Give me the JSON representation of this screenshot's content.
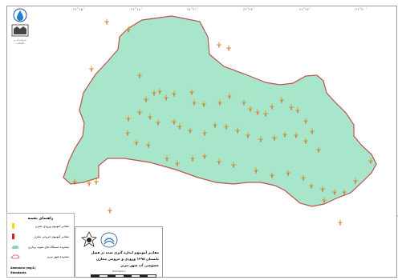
{
  "map": {
    "background": "#ffffff",
    "district_fill": "#a8e6cc",
    "boundary_color": "#c0504d",
    "marker_color": "#c9a227",
    "marker_glyph": "+",
    "tick_labels": [
      "۴۶°۱۵'",
      "۴۶°۱۸'",
      "۴۶°۲۱'",
      "۴۶°۲۴'",
      "۴۶°۲۷'",
      "۴۶°۳۰'"
    ],
    "sample_points": [
      [
        124,
        19
      ],
      [
        151,
        29
      ],
      [
        264,
        48
      ],
      [
        276,
        52
      ],
      [
        105,
        78
      ],
      [
        165,
        86
      ],
      [
        190,
        106
      ],
      [
        183,
        108
      ],
      [
        173,
        116
      ],
      [
        198,
        114
      ],
      [
        208,
        109
      ],
      [
        230,
        107
      ],
      [
        233,
        120
      ],
      [
        245,
        122
      ],
      [
        265,
        120
      ],
      [
        277,
        112
      ],
      [
        295,
        120
      ],
      [
        303,
        128
      ],
      [
        312,
        132
      ],
      [
        322,
        134
      ],
      [
        330,
        125
      ],
      [
        342,
        117
      ],
      [
        354,
        126
      ],
      [
        362,
        130
      ],
      [
        372,
        143
      ],
      [
        380,
        156
      ],
      [
        151,
        140
      ],
      [
        165,
        132
      ],
      [
        178,
        138
      ],
      [
        188,
        145
      ],
      [
        208,
        144
      ],
      [
        215,
        150
      ],
      [
        228,
        155
      ],
      [
        246,
        158
      ],
      [
        259,
        148
      ],
      [
        273,
        150
      ],
      [
        287,
        155
      ],
      [
        300,
        161
      ],
      [
        316,
        166
      ],
      [
        333,
        164
      ],
      [
        346,
        160
      ],
      [
        360,
        161
      ],
      [
        372,
        168
      ],
      [
        388,
        179
      ],
      [
        150,
        158
      ],
      [
        161,
        170
      ],
      [
        176,
        173
      ],
      [
        199,
        190
      ],
      [
        212,
        196
      ],
      [
        231,
        190
      ],
      [
        246,
        187
      ],
      [
        264,
        194
      ],
      [
        282,
        198
      ],
      [
        310,
        205
      ],
      [
        330,
        211
      ],
      [
        350,
        208
      ],
      [
        369,
        214
      ],
      [
        379,
        224
      ],
      [
        393,
        228
      ],
      [
        408,
        232
      ],
      [
        420,
        232
      ],
      [
        434,
        218
      ],
      [
        453,
        193
      ],
      [
        84,
        219
      ],
      [
        102,
        221
      ],
      [
        111,
        219
      ],
      [
        128,
        255
      ],
      [
        395,
        242
      ],
      [
        415,
        270
      ],
      [
        488,
        262
      ]
    ]
  },
  "logos": {
    "caption": "شرکت آب و فاضلاب"
  },
  "legend": {
    "title": "راهنمای نقشه",
    "items": [
      {
        "label": "مقادیر آمونیوم ورودی مخزن",
        "color": "#f4d800"
      },
      {
        "label": "مقادیر آمونیوم خروجی مخزن",
        "color": "#e21b1b"
      },
      {
        "label": "محدوده ایستگاه های نمونه برداری",
        "color": "#7dd9b1"
      },
      {
        "label": "محدوده شهر تبریز",
        "color": "#c0504d"
      }
    ],
    "footer_1": "Ammonia (mg/L)",
    "footer_2": "Standards"
  },
  "title_block": {
    "line_1": "مقادیر آمونیوم اندازه گیری شده در فصل",
    "line_2": "تابستان ۱۳۹۸ ورودی و خروجی مخازن",
    "line_3": "خصوصی آب شهر تبریز",
    "scale_label": "Kilometers"
  }
}
